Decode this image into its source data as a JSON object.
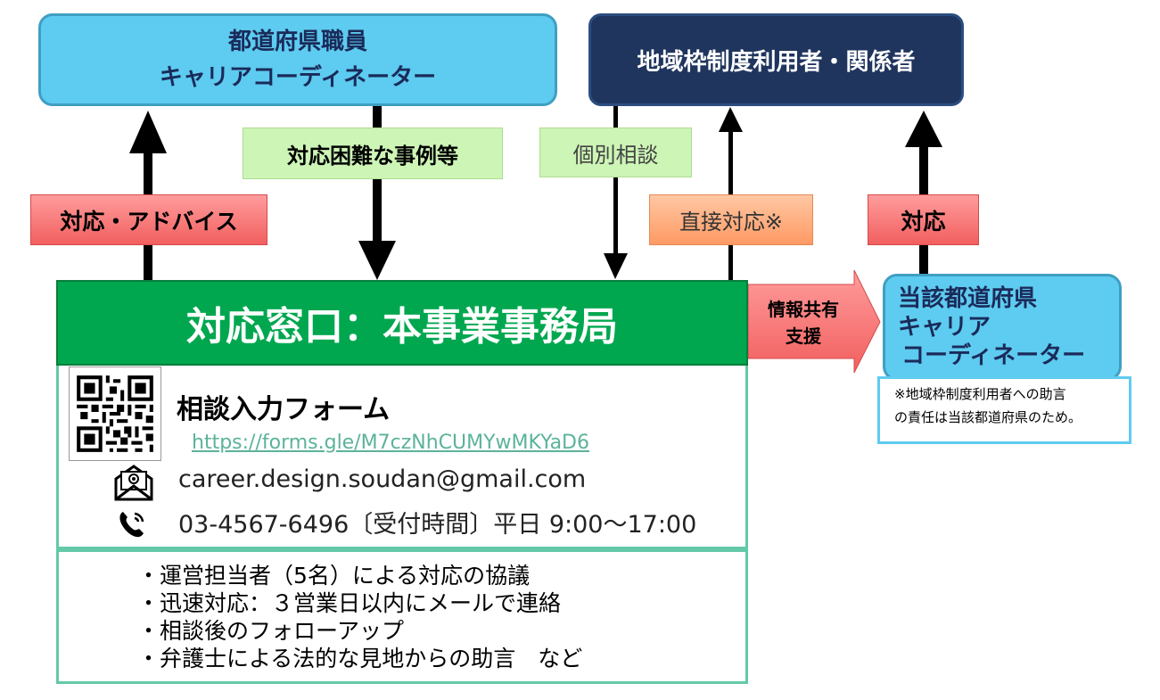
{
  "boxes": {
    "staff": {
      "line1": "都道府県職員",
      "line2": "キャリアコーディネーター"
    },
    "users": "地域枠制度利用者・関係者",
    "local": {
      "line1": "当該都道府県",
      "line2": "キャリア",
      "line3": "コーディネーター"
    }
  },
  "labels": {
    "advice": "対応・アドバイス",
    "difficult_cases": "対応困難な事例等",
    "individual": "個別相談",
    "direct": "直接対応※",
    "respond": "対応",
    "info_share_line1": "情報共有",
    "info_share_line2": "支援"
  },
  "main": {
    "title": "対応窓口：本事業事務局",
    "form_title": "相談入力フォーム",
    "form_url": "https://forms.gle/M7czNhCUMYwMKYaD6",
    "email": "career.design.soudan@gmail.com",
    "phone": "03-4567-6496〔受付時間〕平日 9:00～17:00"
  },
  "notes": [
    "・運営担当者（5名）による対応の協議",
    "・迅速対応：３営業日以内にメールで連絡",
    "・相談後のフォローアップ",
    "・弁護士による法的な見地からの助言　など"
  ],
  "footnote": {
    "line1": "※地域枠制度利用者への助言",
    "line2": "の責任は当該都道府県のため。"
  },
  "icons": {
    "qr": "qr-code-icon",
    "mail": "mail-icon",
    "phone": "phone-icon"
  },
  "colors": {
    "green": "#00a74f",
    "navy": "#1f355e",
    "sky": "#5ecbf0",
    "teal": "#64c9a8"
  }
}
